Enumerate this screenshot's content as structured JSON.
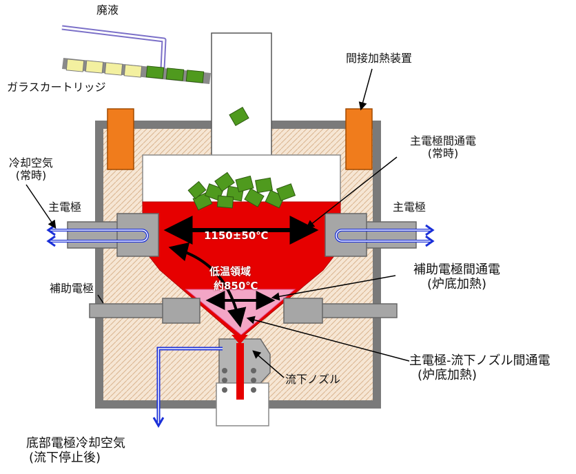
{
  "labels": {
    "waste_liquid": "廃液",
    "glass_cartridge": "ガラスカートリッジ",
    "indirect_heater": "間接加熱装置",
    "main_conduction": "主電極間通電",
    "main_conduction_sub": "(常時)",
    "cooling_air": "冷却空気",
    "cooling_air_sub": "(常時)",
    "main_electrode_left": "主電極",
    "main_electrode_right": "主電極",
    "aux_electrode": "補助電極",
    "aux_conduction": "補助電極間通電",
    "aux_conduction_sub": "(炉底加熱)",
    "low_temp_zone": "低温領域",
    "low_temp_value": "約850℃",
    "melt_temp": "1150±50℃",
    "nozzle_conduction": "主電極-流下ノズル間通電",
    "nozzle_conduction_sub": "(炉底加熱)",
    "drain_nozzle": "流下ノズル",
    "bottom_cooling": "底部電極冷却空気",
    "bottom_cooling_sub": "(流下停止後)"
  },
  "colors": {
    "melt_red": "#e60000",
    "low_temp_pink": "#f3a6c6",
    "heater_orange": "#f07c1c",
    "refractory_bg": "#f6e6d4",
    "wall_gray": "#7a7a7a",
    "electrode_gray": "#a6a6a6",
    "glass_green": "#4f9a1e",
    "glass_yellow": "#f3f0a0",
    "air_pipe_blue": "#1a2fd8"
  }
}
